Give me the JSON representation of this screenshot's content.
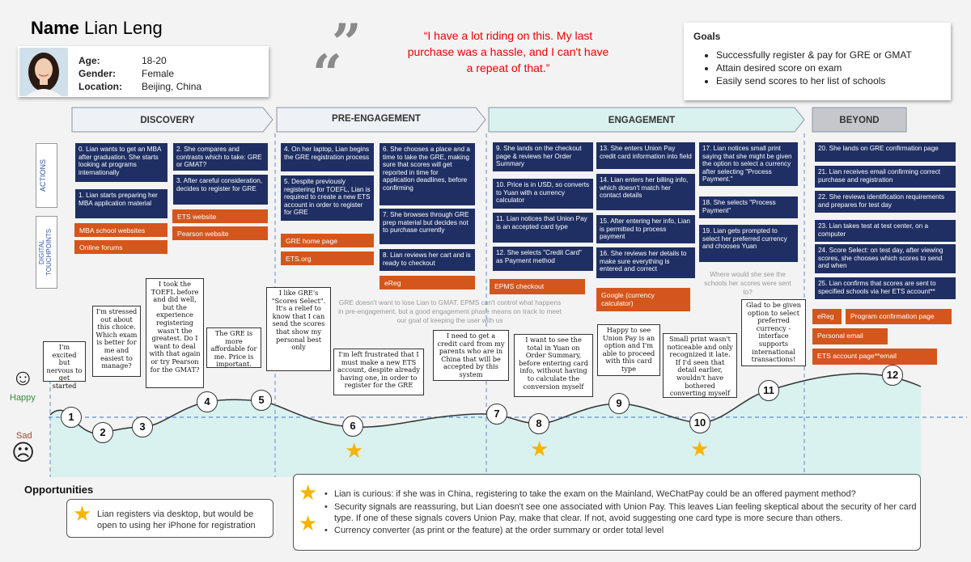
{
  "persona": {
    "name_label": "Name",
    "name_value": "Lian Leng",
    "age_label": "Age:",
    "age_value": "18-20",
    "gender_label": "Gender:",
    "gender_value": "Female",
    "location_label": "Location:",
    "location_value": "Beijing, China"
  },
  "quote": "“I have a lot riding on this. My last purchase was a hassle, and I can't have a repeat of that.”",
  "goals": {
    "title": "Goals",
    "items": [
      "Successfully register & pay for GRE or GMAT",
      "Attain desired score on exam",
      "Easily send scores to her list of schools"
    ]
  },
  "phases": [
    "DISCOVERY",
    "PRE-ENGAGEMENT",
    "ENGAGEMENT",
    "BEYOND"
  ],
  "side_labels": {
    "actions": "ACTIONS",
    "touchpoints": "DIGITAL\nTOUCHPOINTS"
  },
  "actions": [
    "0. Lian wants to get an MBA after graduation. She starts looking at programs internationally",
    "1. Lian starts preparing her MBA application material",
    "2. She compares and contrasts which to take: GRE or GMAT?",
    "3. After careful consideration, decides to register for GRE",
    "4. On her laptop, Lian begins the GRE registration process",
    "5. Despite previously registering for TOEFL, Lian is required to create a new ETS account in order to register for GRE",
    "6. She chooses a place and a time to take the GRE, making sure that scores will get reported in time for application deadlines, before confirming",
    "7. She browses through GRE prep material but decides not to purchase currently",
    "8. Lian reviews her cart and is ready to checkout",
    "9. She lands on the checkout page & reviews her Order Summary",
    "10. Price is in USD, so converts to Yuan with a currency calculator",
    "11. Lian notices that Union Pay is an accepted card type",
    "12. She selects \"Credit Card\" as Payment method",
    "13. She enters Union Pay credit card information into field",
    "14. Lian enters her billing info, which doesn't match her contact details",
    "15. After entering her info, Lian is permitted to process payment",
    "16. She reviews her details to make sure everything is entered and correct",
    "17. Lian notices small print saying that she might be given the option to select a currency after selecting \"Process Payment.\"",
    "18. She selects \"Process Payment\"",
    "19. Lian gets prompted to select her preferred currency and chooses Yuan",
    "20. She lands on GRE confirmation page",
    "21. Lian receives email confirming correct purchase and registration",
    "22. She reviews identification requirements and prepares for test day",
    "23. Lian takes test at test center, on a computer",
    "24. Score Select: on test day, after viewing scores, she chooses which scores to send and when",
    "25. Lian confirms that scores are sent to specified schools via her ETS account**"
  ],
  "touchpoints": [
    "MBA school websites",
    "Online forums",
    "ETS website",
    "Pearson website",
    "GRE home page",
    "ETS.org",
    "eReg",
    "EPMS checkout",
    "Google (currency calculator)",
    "eReg",
    "Program confirmation page",
    "Personal email",
    "ETS account page**email"
  ],
  "notes": [
    "GRE doesn't want to lose Lian to GMAT. EPMS can't control what happens in pre-engagement, but a good engagement phase means on track to meet our goal of keeping the user with us",
    "Where would she see the schools her scores were sent to?"
  ],
  "emotions": {
    "happy": "Happy",
    "sad": "Sad"
  },
  "bubbles": [
    "I'm excited but nervous to get started",
    "I'm stressed out about this choice. Which exam is better for me and easiest to manage?",
    "I took the TOEFL before and did well, but the experience registering wasn't the greatest. Do I want to deal with that again or try Pearson for the GMAT?",
    "The GRE is more affordable for me. Price is important.",
    "I like GRE's \"Scores Select\". It's a relief to know that I can send the scores that show my personal best only",
    "I'm left frustrated that I must make a new ETS account, despite already having one, in order to register for the GRE",
    "I need to get a credit card from my parents who are in China that will be accepted by this system",
    "I want to see the total in Yuan on Order Summary, before entering card info, without having to calculate the conversion myself",
    "Happy to see Union Pay is an option and I'm able to proceed with this card type",
    "Small print wasn't noticeable and only recognized it late. If I'd seen that detail earlier, wouldn't have bothered converting myself",
    "Glad to be given option to select preferred currency - interface supports international transactions!"
  ],
  "points": [
    "1",
    "2",
    "3",
    "4",
    "5",
    "6",
    "7",
    "8",
    "9",
    "10",
    "11",
    "12"
  ],
  "opportunities": {
    "title": "Opportunities",
    "left": "Lian registers via desktop, but would be open to using her iPhone for registration",
    "items": [
      "Lian is curious: if she was in China, registering to take the exam on the Mainland,  WeChatPay could be an offered payment method?",
      "Security signals are reassuring, but Lian doesn't see one associated with Union Pay. This leaves Lian feeling skeptical about the security of her card type. If one of these signals covers Union Pay, make that clear. If not, avoid suggesting one card type is more secure than others.",
      "Currency converter (as print or the feature) at the order summary or order total level"
    ]
  },
  "colors": {
    "navy": "#1f2f63",
    "orange": "#d4561c",
    "teal": "#d9f1ef",
    "star": "#f5b400",
    "quote": "#e00000"
  }
}
